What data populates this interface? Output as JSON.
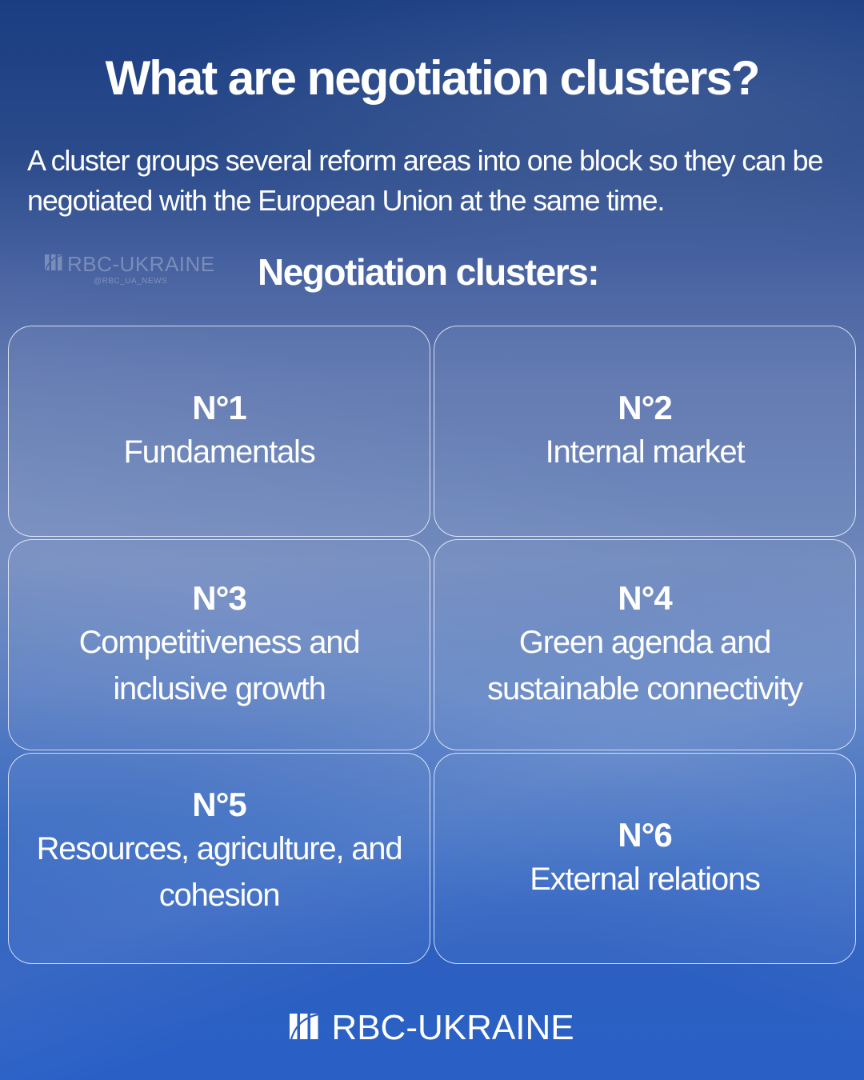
{
  "header": {
    "title": "What are negotiation clusters?",
    "subtitle": "A cluster groups several reform areas into one block so they can be negotiated with the European Union at the same time."
  },
  "watermark": {
    "brand": "RBC-UKRAINE",
    "handle": "@RBC_UA_NEWS",
    "icon": "rbc-logo-icon"
  },
  "section": {
    "title": "Negotiation clusters:"
  },
  "clusters": [
    {
      "number": "N°1",
      "label": "Fundamentals"
    },
    {
      "number": "N°2",
      "label": "Internal market"
    },
    {
      "number": "N°3",
      "label": "Competitiveness and inclusive growth"
    },
    {
      "number": "N°4",
      "label": "Green agenda and sustainable connectivity"
    },
    {
      "number": "N°5",
      "label": "Resources, agriculture, and cohesion"
    },
    {
      "number": "N°6",
      "label": "External relations"
    }
  ],
  "footer": {
    "brand": "RBC-UKRAINE",
    "icon": "rbc-logo-icon"
  },
  "colors": {
    "background_top": "#1a3d82",
    "background_mid": "#6c86bc",
    "background_bottom": "#2a60c6",
    "text": "#ffffff",
    "card_border": "rgba(255,255,255,0.75)"
  }
}
